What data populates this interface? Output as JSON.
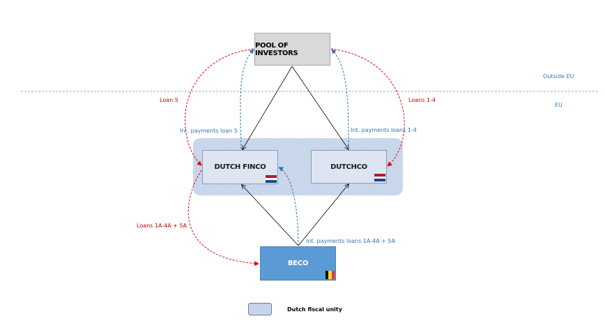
{
  "diagram": {
    "regions": {
      "outside_eu": "Outside EU",
      "eu": "EU"
    },
    "nodes": {
      "pool": "POOL OF INVESTORS",
      "finco": "DUTCH FINCO",
      "dutchco": "DUTCHCO",
      "beco": "BECO"
    },
    "flags": {
      "finco": "netherlands-flag",
      "dutchco": "netherlands-flag",
      "beco": "belgium-flag"
    },
    "flows": {
      "loan5": "Loan 5",
      "loans1_4": "Loans 1-4",
      "int_loan5": "Int. payments loan 5",
      "int_loans1_4": "Int. payments loans 1-4",
      "loans_1a_5a": "Loans 1A-4A + 5A",
      "int_loans_1a_5a": "Int. payments loans 1A-4A + 5A"
    },
    "legend": {
      "fiscal_unity": "Dutch fiscal unity"
    },
    "colors": {
      "loan_arrow": "#e8000b",
      "interest_arrow": "#2e75b6",
      "ownership_arrow": "#000000",
      "nl_red": "#ae1c28",
      "nl_blue": "#21468b",
      "be_black": "#000000",
      "be_yellow": "#fdda24",
      "be_red": "#ef3340"
    }
  }
}
